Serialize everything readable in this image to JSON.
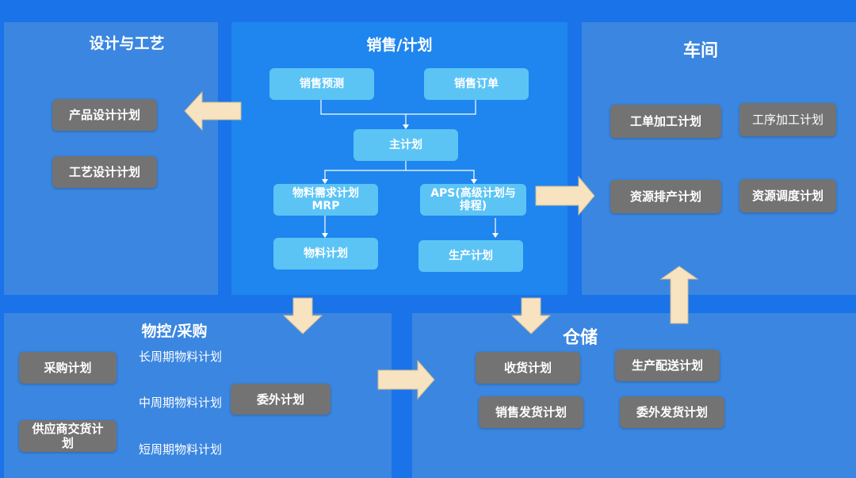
{
  "design": {
    "title": "设计与工艺",
    "items": [
      "产品设计计划",
      "工艺设计计划"
    ]
  },
  "sales": {
    "title": "销售/计划",
    "forecast": "销售预测",
    "order": "销售订单",
    "master": "主计划",
    "mrp": "物料需求计划\nMRP",
    "aps": "APS(高级计划与\n排程)",
    "material_plan": "物料计划",
    "production_plan": "生产计划"
  },
  "workshop": {
    "title": "车间",
    "items": [
      "工单加工计划",
      "工序加工计划",
      "资源排产计划",
      "资源调度计划"
    ]
  },
  "procurement": {
    "title": "物控/采购",
    "purchase": "采购计划",
    "supplier": "供应商交货计\n划",
    "long": "长周期物料计划",
    "mid": "中周期物料计划",
    "short": "短周期物料计划",
    "outsource": "委外计划"
  },
  "warehouse": {
    "title": "仓储",
    "receive": "收货计划",
    "delivery": "生产配送计划",
    "sales_ship": "销售发货计划",
    "outsource_ship": "委外发货计划"
  },
  "colors": {
    "background": "#1a73e8",
    "panel": "#3b86e0",
    "sales_panel": "#1e86ee",
    "cyan_box": "#5bc4f5",
    "gray_box": "#737373",
    "arrow_fill": "#f7e3bf"
  }
}
